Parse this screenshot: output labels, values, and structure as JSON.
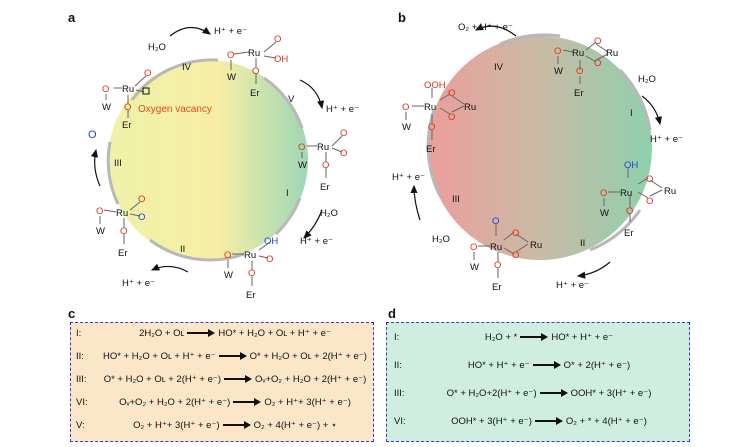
{
  "panels": {
    "a": "a",
    "b": "b",
    "c": "c",
    "d": "d"
  },
  "colors": {
    "oxygen_red": "#e0301e",
    "oxygen_blue": "#1f3fd6",
    "vacancy_label": "#e8491d",
    "box_border": "#3a3ad0",
    "box_c_fill": "#fbe6c8",
    "box_d_fill": "#cfeee0"
  },
  "cycle_a": {
    "vacancy_label": "Oxygen vacancy",
    "steps": [
      "IV",
      "V",
      "I",
      "II",
      "III"
    ],
    "species": {
      "h2o_top": "H₂O",
      "hplus_top": "H⁺ + e⁻",
      "hplus_right": "H⁺ + e⁻",
      "h2o_right": "H₂O",
      "hplus_right_low": "H⁺ + e⁻",
      "hplus_bottom": "H⁺ + e⁻",
      "o_left": "O"
    }
  },
  "cycle_b": {
    "steps": [
      "IV",
      "I",
      "II",
      "III"
    ],
    "species": {
      "o2_top": "O₂ + H⁺ + e⁻",
      "h2o_right": "H₂O",
      "hplus_right": "H⁺ + e⁻",
      "hplus_left": "H⁺ + e⁻",
      "h2o_left": "H₂O",
      "hplus_bottom": "H⁺ + e⁻"
    }
  },
  "eq_c": [
    {
      "label": "I:",
      "lhs": "2H₂O + Oʟ",
      "rhs": "HO* + H₂O + Oʟ + H⁺ + e⁻"
    },
    {
      "label": "II:",
      "lhs": "HO* + H₂O + Oʟ + H⁺ + e⁻",
      "rhs": "O* + H₂O + Oʟ + 2(H⁺ + e⁻)"
    },
    {
      "label": "III:",
      "lhs": "O* + H₂O + Oʟ + 2(H⁺ + e⁻)",
      "rhs": "Oᵥ+O₂ + H₂O + 2(H⁺ + e⁻)"
    },
    {
      "label": "VI:",
      "lhs": "Oᵥ+O₂ + H₂O + 2(H⁺ + e⁻)",
      "rhs": "O₂ + H⁺+ 3(H⁺ + e⁻)"
    },
    {
      "label": "V:",
      "lhs": "O₂ + H⁺+ 3(H⁺ + e⁻)",
      "rhs": "O₂ + 4(H⁺ + e⁻) + ⋆"
    }
  ],
  "eq_d": [
    {
      "label": "I:",
      "lhs": "H₂O + *",
      "rhs": "HO* + H⁺ + e⁻"
    },
    {
      "label": "II:",
      "lhs": "HO* + H⁺ + e⁻",
      "rhs": "O* + 2(H⁺ + e⁻)"
    },
    {
      "label": "III:",
      "lhs": "O* + H₂O+2(H⁺ + e⁻)",
      "rhs": "OOH* + 3(H⁺ + e⁻)"
    },
    {
      "label": "VI:",
      "lhs": "OOH* + 3(H⁺ + e⁻)",
      "rhs": "O₂ + * + 4(H⁺ + e⁻)"
    }
  ],
  "atoms": {
    "ru": "Ru",
    "o": "O",
    "w": "W",
    "er": "Er",
    "oh": "OH",
    "ooh": "OOH"
  }
}
